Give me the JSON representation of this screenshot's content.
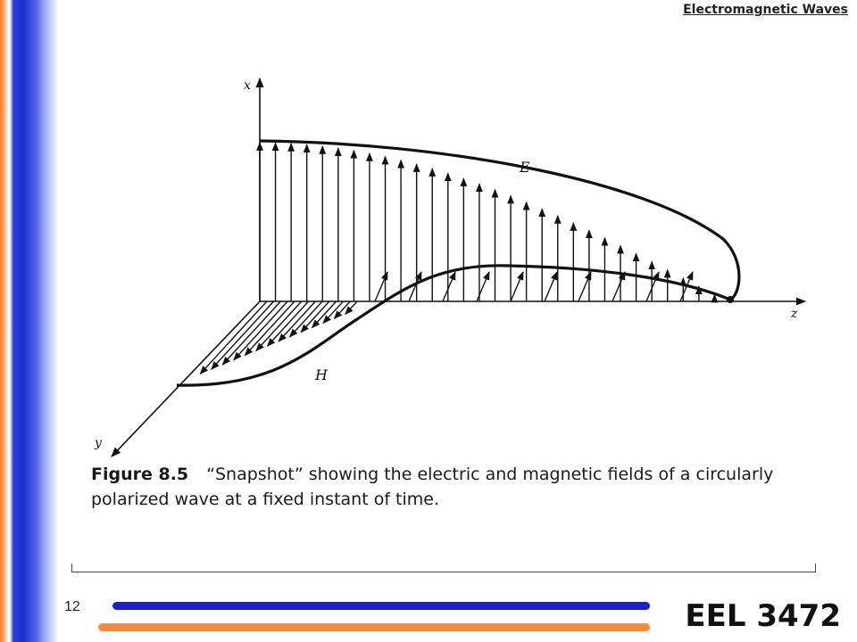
{
  "header": {
    "title": "Electromagnetic Waves"
  },
  "figure": {
    "axes": {
      "x": "x",
      "y": "y",
      "z": "z"
    },
    "fields": {
      "electric": "E",
      "magnetic": "H"
    }
  },
  "caption": {
    "number": "Figure 8.5",
    "text": "“Snapshot” showing the electric and magnetic fields of a circularly polarized wave at a fixed instant of time."
  },
  "footer": {
    "page_number": "12",
    "course": "EEL 3472",
    "colors": {
      "blue_bar": "#1a1fd6",
      "orange_bar": "#ff8a33"
    }
  }
}
